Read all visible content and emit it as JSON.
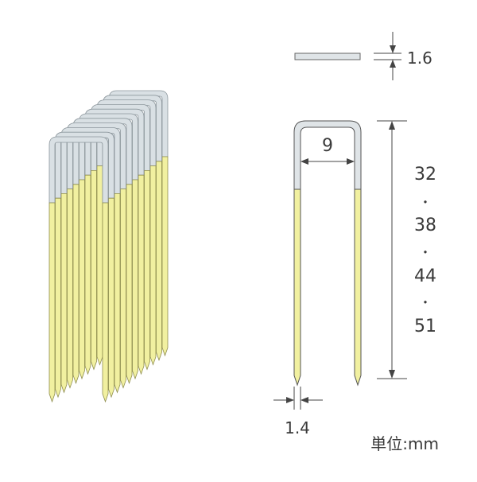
{
  "labels": {
    "thickness": "1.6",
    "crown_width": "9",
    "lengths": [
      "32",
      "38",
      "44",
      "51"
    ],
    "separator": "・",
    "wire_width": "1.4",
    "unit": "単位:mm"
  },
  "colors": {
    "zinc": "#d9e0e4",
    "zinc_edge": "#8c969c",
    "adhesive": "#f1f0a0",
    "adhesive_edge": "#8f8e4f",
    "outline": "#555555",
    "dimension_line": "#444444",
    "text": "#3a3a3a"
  },
  "icons": {
    "stick": "staple-stick-illustration",
    "side": "staple-side-view-icon",
    "front": "staple-front-view-icon"
  }
}
